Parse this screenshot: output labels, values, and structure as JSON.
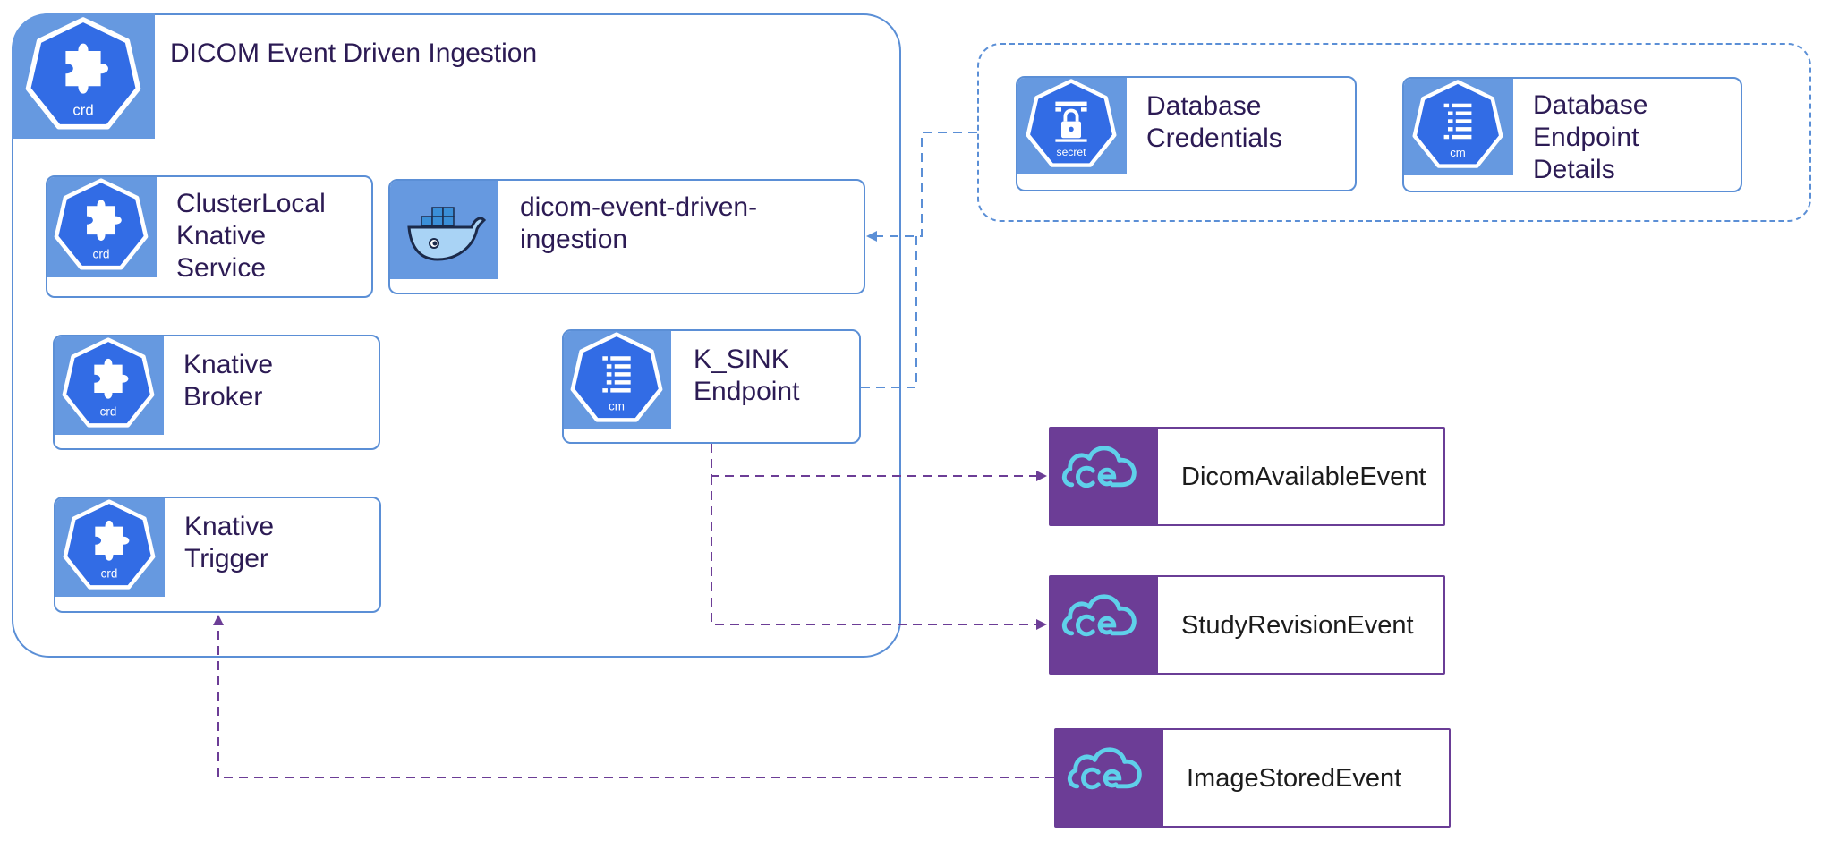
{
  "main": {
    "title": "DICOM Event Driven Ingestion",
    "title_icon": "puzzle-icon",
    "title_tag": "crd"
  },
  "cards": {
    "clusterlocal": {
      "lines": [
        "ClusterLocal",
        "Knative",
        "Service"
      ],
      "icon": "puzzle-icon",
      "tag": "crd"
    },
    "broker": {
      "lines": [
        "Knative",
        "Broker"
      ],
      "icon": "puzzle-icon",
      "tag": "crd"
    },
    "trigger": {
      "lines": [
        "Knative",
        "Trigger"
      ],
      "icon": "puzzle-icon",
      "tag": "crd"
    },
    "service": {
      "lines": [
        "dicom-event-driven-",
        "ingestion"
      ],
      "icon": "docker-whale-icon"
    },
    "ksink": {
      "lines": [
        "K_SINK",
        "Endpoint"
      ],
      "icon": "configmap-icon",
      "tag": "cm"
    },
    "db_credentials": {
      "lines": [
        "Database",
        "Credentials"
      ],
      "icon": "secret-lock-icon",
      "tag": "secret"
    },
    "db_endpoint": {
      "lines": [
        "Database",
        "Endpoint",
        "Details"
      ],
      "icon": "configmap-icon",
      "tag": "cm"
    }
  },
  "events": [
    {
      "label": "DicomAvailableEvent",
      "icon": "cloudevents-icon"
    },
    {
      "label": "StudyRevisionEvent",
      "icon": "cloudevents-icon"
    },
    {
      "label": "ImageStoredEvent",
      "icon": "cloudevents-icon"
    }
  ],
  "colors": {
    "k8s_blue": "#326ce5",
    "tile_blue": "#6699e0",
    "border_blue": "#5b8fd6",
    "event_purple": "#6c3d96",
    "cloudevents_cyan": "#5fd0ea",
    "text": "#2c1b54"
  }
}
